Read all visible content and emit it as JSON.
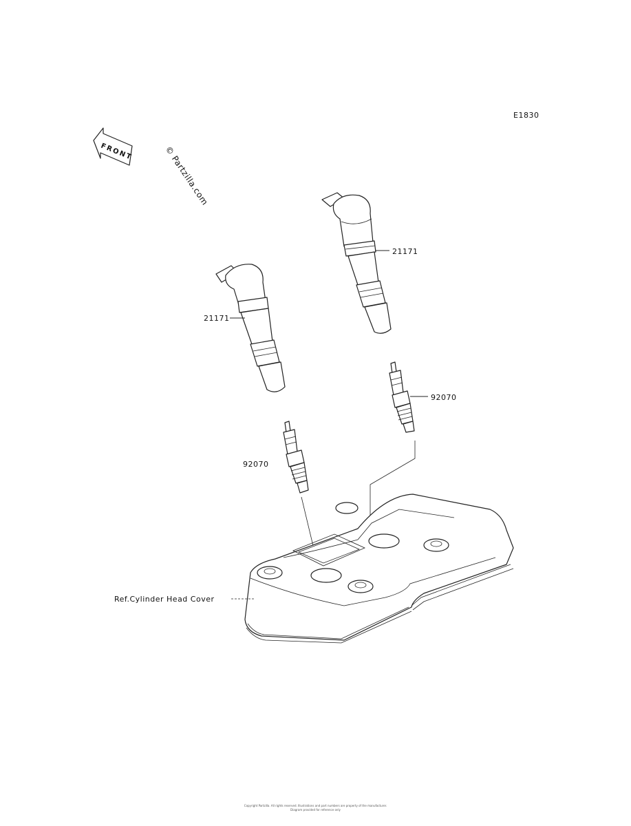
{
  "diagram_code": "E1830",
  "front_label": "FRONT",
  "watermark": "© Partzilla.com",
  "parts": {
    "coil_rear": "21171",
    "coil_front": "21171",
    "plug_rear": "92070",
    "plug_front": "92070",
    "ref_label": "Ref.Cylinder Head Cover"
  },
  "footer": {
    "line1": "Copyright Partzilla. All rights reserved. Illustrations and part numbers are property of the manufacturer.",
    "line2": "Diagram provided for reference only"
  }
}
